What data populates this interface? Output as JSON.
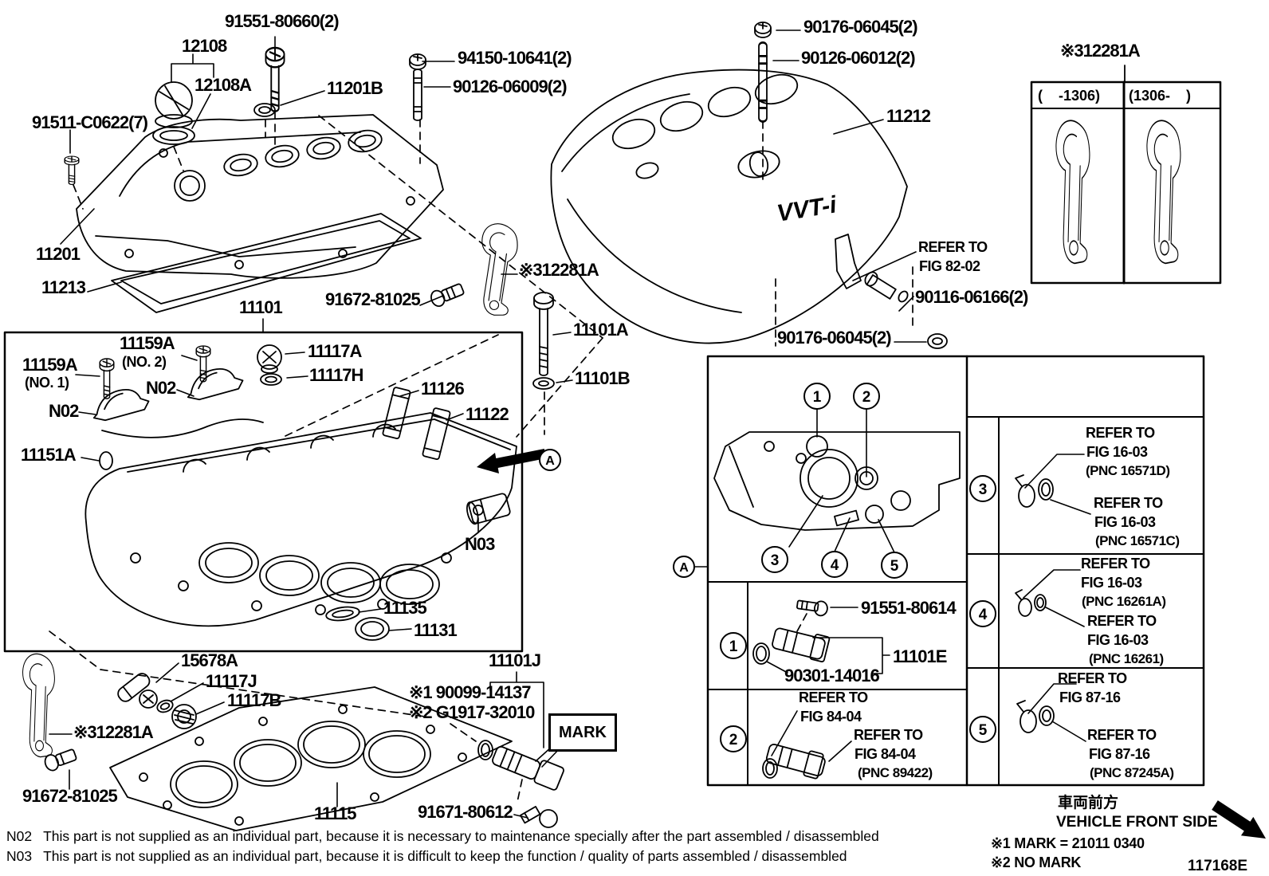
{
  "labels": {
    "p91551_80660": "91551-80660(2)",
    "p12108": "12108",
    "p12108A": "12108A",
    "p94150_10641": "94150-10641(2)",
    "p90126_06009": "90126-06009(2)",
    "p11201B": "11201B",
    "p91511_C0622": "91511-C0622(7)",
    "p11201": "11201",
    "p11213": "11213",
    "p11101": "11101",
    "p11159A": "11159A",
    "no1": "(NO. 1)",
    "no2": "(NO. 2)",
    "n02": "N02",
    "n03": "N03",
    "p11117A": "11117A",
    "p11117H": "11117H",
    "p11126": "11126",
    "p11122": "11122",
    "p11151A": "11151A",
    "p11135": "11135",
    "p11131": "11131",
    "p15678A": "15678A",
    "p11117J": "11117J",
    "p11117B": "11117B",
    "p12281A": "※312281A",
    "p91672_81025": "91672-81025",
    "p11115": "11115",
    "p11101J": "11101J",
    "note1_90099": "※1 90099-14137",
    "note2_G1917": "※2 G1917-32010",
    "mark": "MARK",
    "p91671_80612": "91671-80612",
    "p11101A": "11101A",
    "p11101B": "11101B",
    "p90176_06045": "90176-06045(2)",
    "p90126_06012": "90126-06012(2)",
    "p11212": "11212",
    "p90116_06166": "90116-06166(2)",
    "p91551_80614": "91551-80614",
    "p11101E": "11101E",
    "p90301_14016": "90301-14016",
    "refer_to": "REFER TO",
    "fig_82_02": "FIG 82-02",
    "fig_16_03": "FIG 16-03",
    "fig_84_04": "FIG 84-04",
    "fig_87_16": "FIG 87-16",
    "pnc_16571D": "(PNC 16571D)",
    "pnc_16571C": "(PNC 16571C)",
    "pnc_16261A": "(PNC 16261A)",
    "pnc_16261": "(PNC 16261)",
    "pnc_89422": "(PNC 89422)",
    "pnc_87245A": "(PNC 87245A)",
    "vvti": "VVT-i",
    "callout_A": "A"
  },
  "inset_table": {
    "title": "※312281A",
    "col_left": "(    -1306)",
    "col_right": "(1306-    )"
  },
  "detail_panel": {
    "callouts": [
      "1",
      "2",
      "3",
      "4",
      "5"
    ]
  },
  "footer": {
    "front_jp": "車両前方",
    "front_en": "VEHICLE FRONT SIDE",
    "mark_note1": "※1 MARK = 21011 0340",
    "mark_note2": "※2 NO MARK",
    "fig_code": "117168E"
  },
  "footnotes": {
    "n02_code": "N02",
    "n02_text": "This part is not supplied as an individual part, because it is necessary to maintenance specially after the part assembled / disassembled",
    "n03_code": "N03",
    "n03_text": "This part is not supplied as an individual part, because it is difficult to keep the function / quality of parts  assembled / disassembled"
  }
}
